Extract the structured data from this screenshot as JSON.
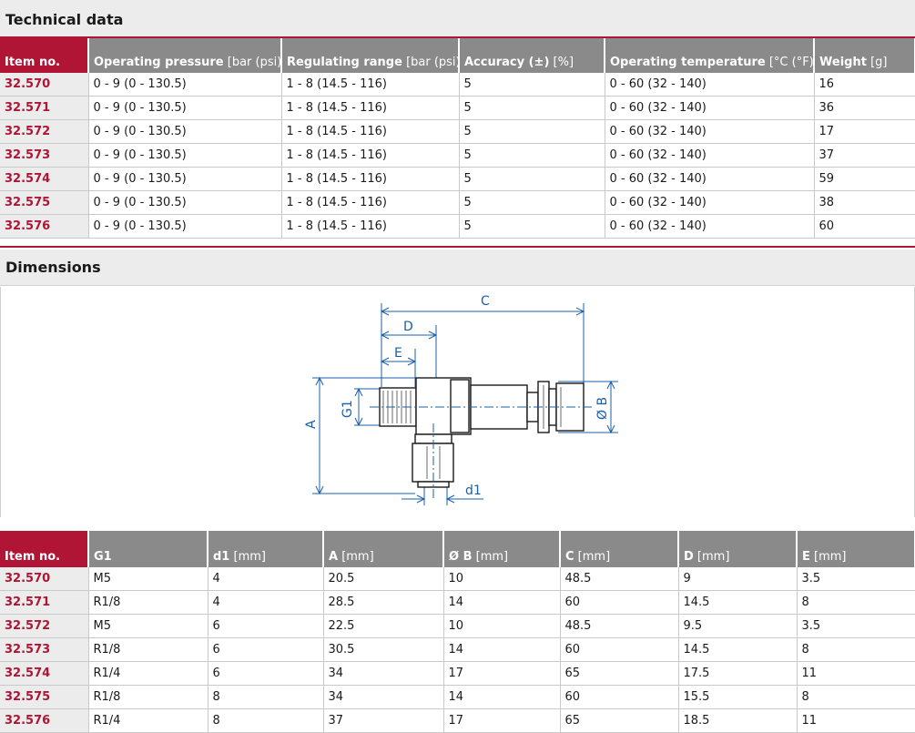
{
  "sections": {
    "technical_data": "Technical data",
    "dimensions": "Dimensions"
  },
  "tech_table": {
    "headers": [
      {
        "bold": "Item no.",
        "unit": ""
      },
      {
        "bold": "Operating pressure",
        "unit": " [bar (psi)]"
      },
      {
        "bold": "Regulating range",
        "unit": " [bar (psi)]"
      },
      {
        "bold": "Accuracy (±)",
        "unit": " [%]"
      },
      {
        "bold": "Operating temperature",
        "unit": " [°C (°F)]"
      },
      {
        "bold": "Weight",
        "unit": " [g]"
      }
    ],
    "rows": [
      [
        "32.570",
        "0 - 9 (0 - 130.5)",
        "1 - 8 (14.5 - 116)",
        "5",
        "0 - 60 (32 - 140)",
        "16"
      ],
      [
        "32.571",
        "0 - 9 (0 - 130.5)",
        "1 - 8 (14.5 - 116)",
        "5",
        "0 - 60 (32 - 140)",
        "36"
      ],
      [
        "32.572",
        "0 - 9 (0 - 130.5)",
        "1 - 8 (14.5 - 116)",
        "5",
        "0 - 60 (32 - 140)",
        "17"
      ],
      [
        "32.573",
        "0 - 9 (0 - 130.5)",
        "1 - 8 (14.5 - 116)",
        "5",
        "0 - 60 (32 - 140)",
        "37"
      ],
      [
        "32.574",
        "0 - 9 (0 - 130.5)",
        "1 - 8 (14.5 - 116)",
        "5",
        "0 - 60 (32 - 140)",
        "59"
      ],
      [
        "32.575",
        "0 - 9 (0 - 130.5)",
        "1 - 8 (14.5 - 116)",
        "5",
        "0 - 60 (32 - 140)",
        "38"
      ],
      [
        "32.576",
        "0 - 9 (0 - 130.5)",
        "1 - 8 (14.5 - 116)",
        "5",
        "0 - 60 (32 - 140)",
        "60"
      ]
    ]
  },
  "drawing": {
    "labels": {
      "C": "C",
      "D": "D",
      "E": "E",
      "G1": "G1",
      "A": "A",
      "B": "Ø B",
      "d1": "d1"
    },
    "line_color": "#1a5fa8"
  },
  "dim_table": {
    "headers": [
      {
        "bold": "Item no.",
        "unit": ""
      },
      {
        "bold": "G1",
        "unit": ""
      },
      {
        "bold": "d1",
        "unit": " [mm]"
      },
      {
        "bold": "A",
        "unit": " [mm]"
      },
      {
        "bold": "Ø B",
        "unit": " [mm]"
      },
      {
        "bold": "C",
        "unit": " [mm]"
      },
      {
        "bold": "D",
        "unit": " [mm]"
      },
      {
        "bold": "E",
        "unit": " [mm]"
      }
    ],
    "rows": [
      [
        "32.570",
        "M5",
        "4",
        "20.5",
        "10",
        "48.5",
        "9",
        "3.5"
      ],
      [
        "32.571",
        "R1/8",
        "4",
        "28.5",
        "14",
        "60",
        "14.5",
        "8"
      ],
      [
        "32.572",
        "M5",
        "6",
        "22.5",
        "10",
        "48.5",
        "9.5",
        "3.5"
      ],
      [
        "32.573",
        "R1/8",
        "6",
        "30.5",
        "14",
        "60",
        "14.5",
        "8"
      ],
      [
        "32.574",
        "R1/4",
        "6",
        "34",
        "17",
        "65",
        "17.5",
        "11"
      ],
      [
        "32.575",
        "R1/8",
        "8",
        "34",
        "14",
        "60",
        "15.5",
        "8"
      ],
      [
        "32.576",
        "R1/4",
        "8",
        "37",
        "17",
        "65",
        "18.5",
        "11"
      ]
    ]
  },
  "colors": {
    "accent": "#b01535",
    "header_gray": "#8a8a8a",
    "band": "#ececec"
  }
}
